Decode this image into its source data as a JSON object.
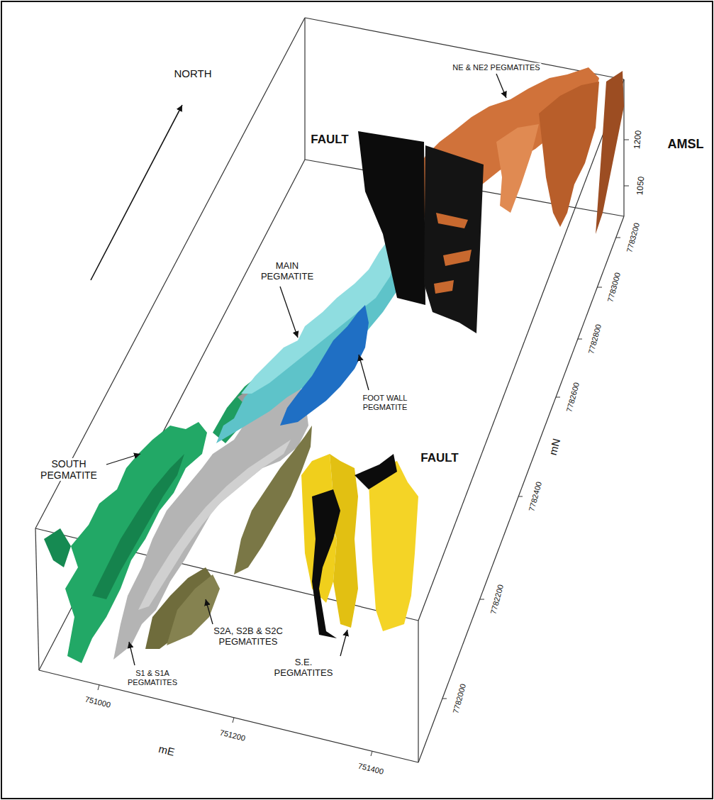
{
  "diagram": {
    "labels": [
      "NORTH",
      "NE & NE2 PEGMATITES",
      "FAULT",
      "AMSL",
      "1200",
      "1050",
      "MAIN PEGMATITE",
      "FOOT WALL PEGMATITE",
      "FAULT",
      "SOUTH PEGMATITE",
      "mN",
      "S1 & S1A PEGMATITES",
      "S2A, S2B & S2C PEGMATITES",
      "S.E. PEGMATITES",
      "7783200",
      "7783000",
      "7782800",
      "7782600",
      "7782400",
      "7782200",
      "7782000",
      "mE",
      "751000",
      "751200",
      "751400"
    ]
  }
}
